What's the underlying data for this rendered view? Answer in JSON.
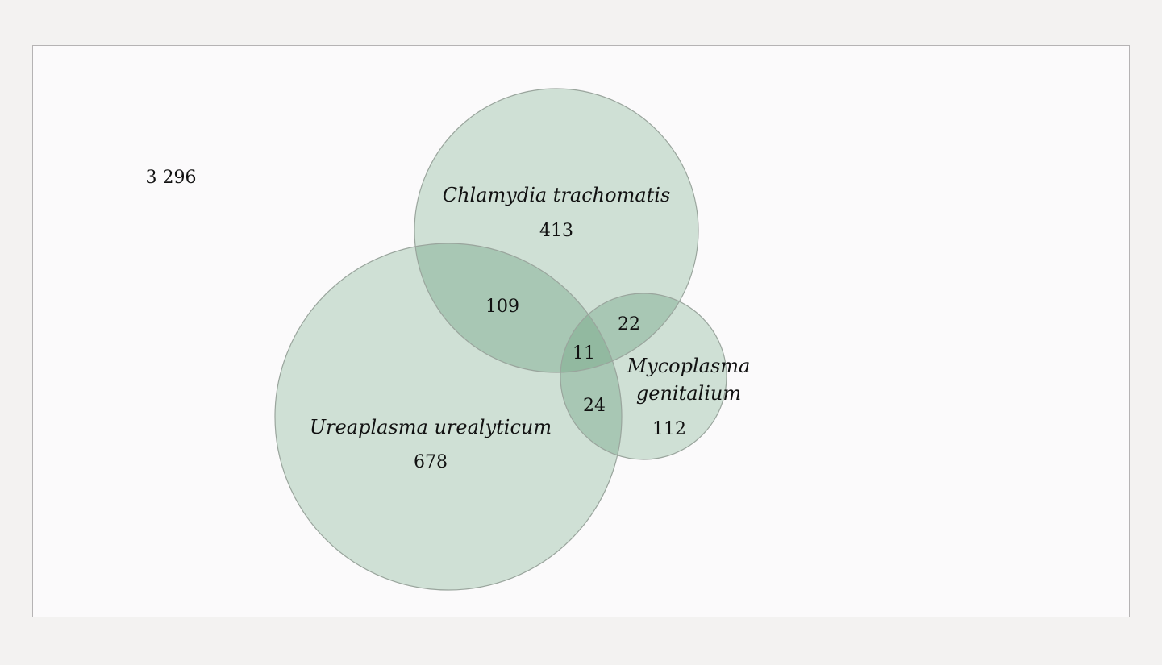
{
  "outside_count": "3 296",
  "sets": {
    "chlamydia": {
      "name": "Chlamydia trachomatis",
      "only": "413"
    },
    "ureaplasma": {
      "name": "Ureaplasma urealyticum",
      "only": "678"
    },
    "mycoplasma": {
      "name_line1": "Mycoplasma",
      "name_line2": "genitalium",
      "only": "112"
    }
  },
  "intersections": {
    "chlamydia_ureaplasma": "109",
    "chlamydia_mycoplasma": "22",
    "ureaplasma_mycoplasma": "24",
    "all_three": "11"
  },
  "colors": {
    "frame_bg": "#fbfafb",
    "page_bg": "#f3f2f1",
    "circle_fill": "#cfe0d5",
    "overlap_2": "#a8c7b4",
    "overlap_3": "#92b9a0",
    "circle_stroke": "#9aa59d"
  },
  "chart_data": {
    "type": "venn",
    "title": "",
    "sets": [
      "Chlamydia trachomatis",
      "Ureaplasma urealyticum",
      "Mycoplasma genitalium"
    ],
    "regions": [
      {
        "sets": [
          "Chlamydia trachomatis"
        ],
        "value": 413
      },
      {
        "sets": [
          "Ureaplasma urealyticum"
        ],
        "value": 678
      },
      {
        "sets": [
          "Mycoplasma genitalium"
        ],
        "value": 112
      },
      {
        "sets": [
          "Chlamydia trachomatis",
          "Ureaplasma urealyticum"
        ],
        "value": 109
      },
      {
        "sets": [
          "Chlamydia trachomatis",
          "Mycoplasma genitalium"
        ],
        "value": 22
      },
      {
        "sets": [
          "Ureaplasma urealyticum",
          "Mycoplasma genitalium"
        ],
        "value": 24
      },
      {
        "sets": [
          "Chlamydia trachomatis",
          "Ureaplasma urealyticum",
          "Mycoplasma genitalium"
        ],
        "value": 11
      },
      {
        "sets": [],
        "label": "none",
        "value": 3296
      }
    ]
  }
}
